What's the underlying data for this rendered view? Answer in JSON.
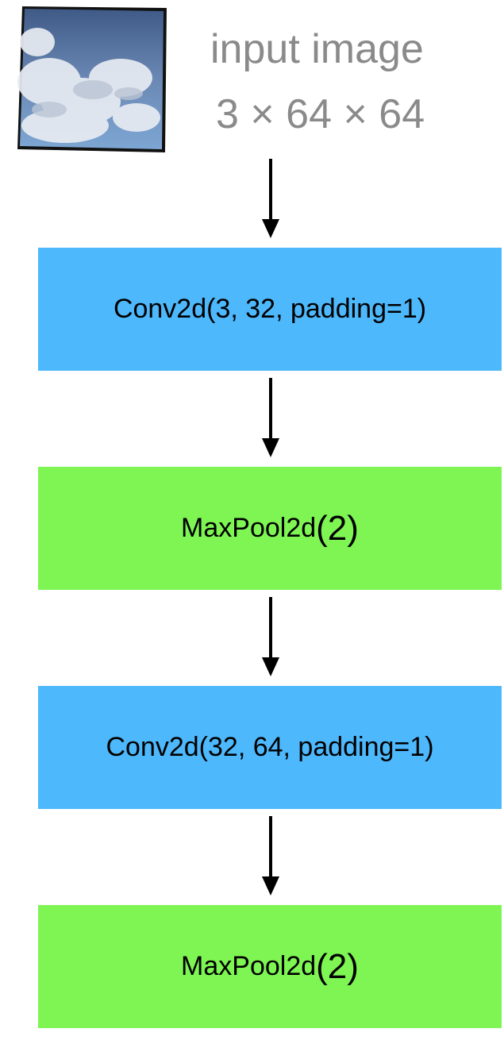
{
  "input": {
    "title": "input image",
    "dims": "3 × 64 × 64"
  },
  "layers": [
    {
      "type": "conv",
      "label": "Conv2d(3, 32, padding=1)",
      "color": "#4db8fb"
    },
    {
      "type": "pool",
      "label_prefix": "MaxPool2d",
      "label_arg": "(2)",
      "color": "#7ef553"
    },
    {
      "type": "conv",
      "label": "Conv2d(32, 64, padding=1)",
      "color": "#4db8fb"
    },
    {
      "type": "pool",
      "label_prefix": "MaxPool2d",
      "label_arg": "(2)",
      "color": "#7ef553"
    }
  ]
}
